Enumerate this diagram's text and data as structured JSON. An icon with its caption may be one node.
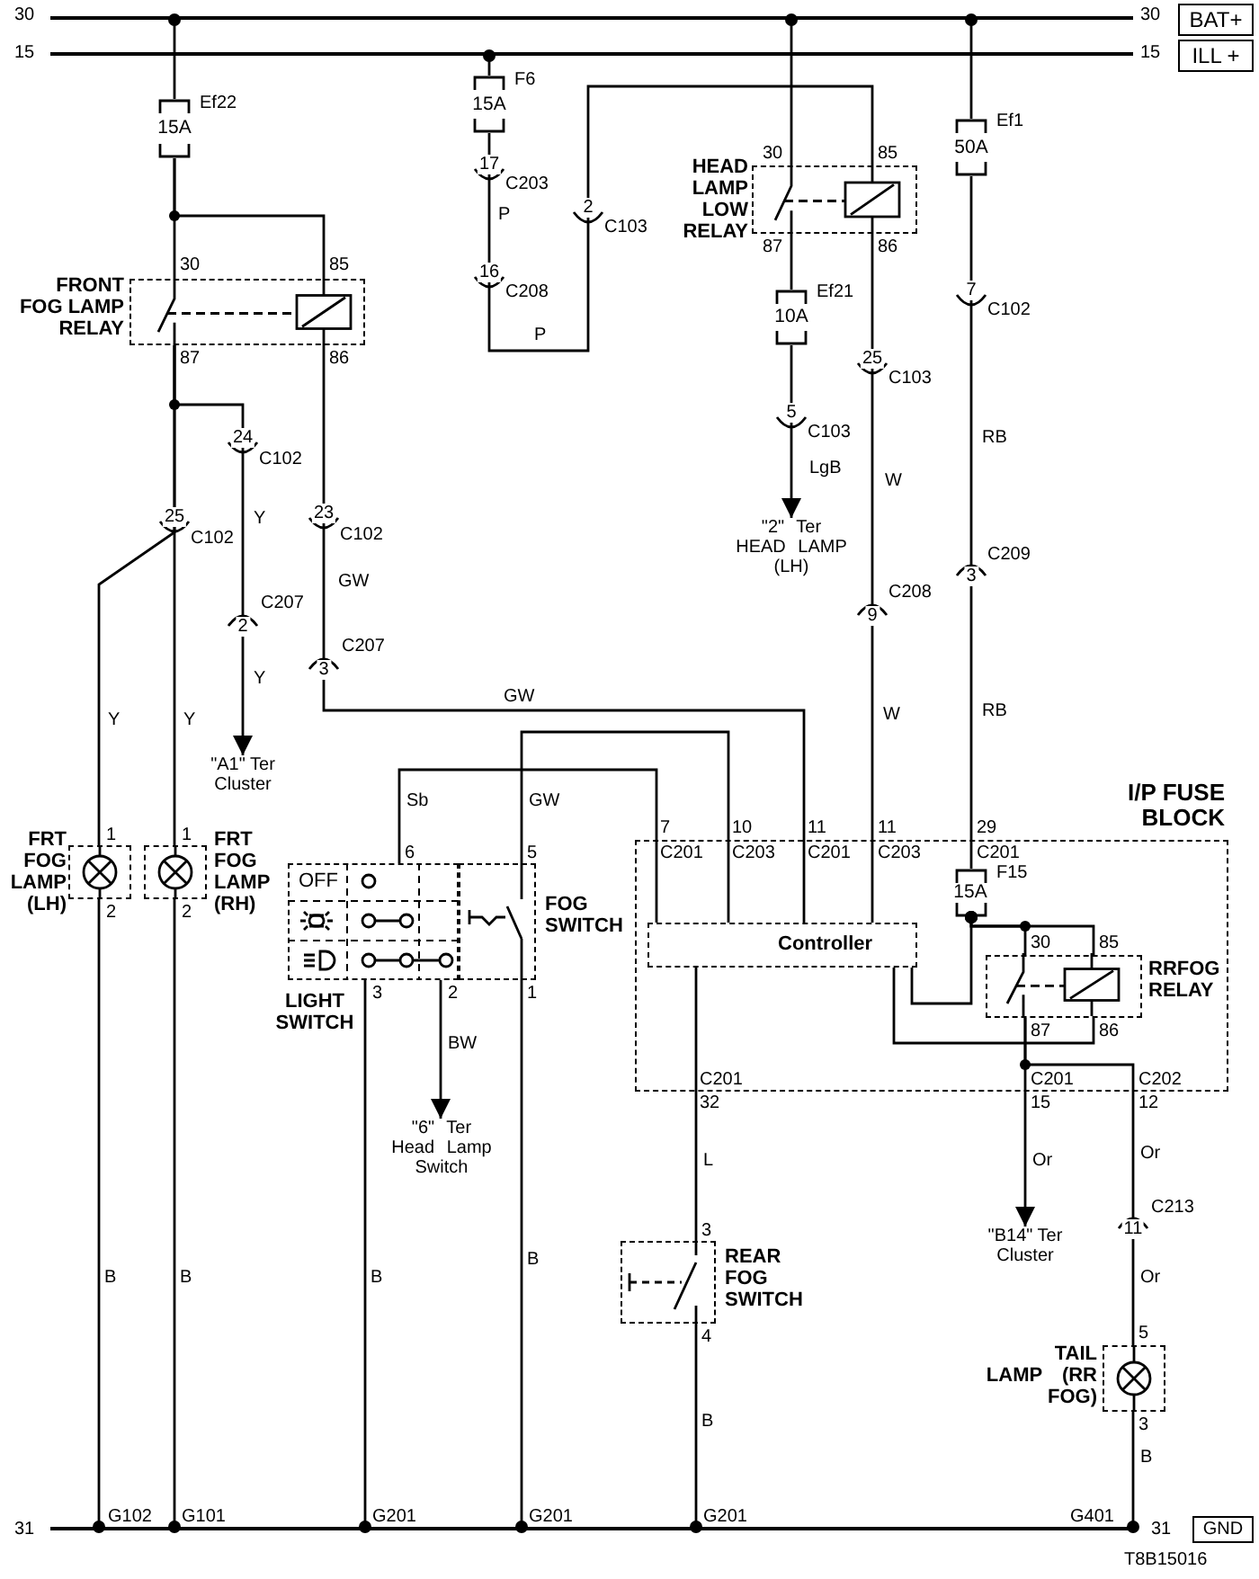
{
  "diagram": {
    "nodes": [
      {
        "text": [
          "BAT+"
        ]
      },
      {
        "text": [
          "ILL +"
        ]
      },
      {
        "text": [],
        "shape": "bar"
      },
      {
        "text": [],
        "shape": "bar"
      },
      {
        "text": [
          "15A"
        ],
        "beside": [
          "Ef22"
        ]
      },
      {
        "text": [
          "15A"
        ],
        "beside": [
          "F6"
        ]
      },
      {
        "text": [
          "HEAD LAMP LOW RELAY"
        ]
      },
      {
        "text": [
          "50A"
        ],
        "beside": [
          "Ef1"
        ]
      },
      {
        "text": [
          "FRONT FOG LAMP RELAY"
        ]
      },
      {
        "text": [
          "10A"
        ],
        "beside": [
          "Ef21"
        ]
      },
      {
        "text": [
          "\"2\" Ter HEAD LAMP (LH)"
        ]
      },
      {
        "text": [
          "\"A1\" Ter Cluster"
        ]
      },
      {
        "text": [
          "FRT FOG LAMP (LH)"
        ]
      },
      {
        "text": [
          "FRT FOG LAMP (RH)"
        ]
      },
      {
        "text": [
          "OFF",
          "LIGHT SWITCH"
        ]
      },
      {
        "text": [
          "FOG SWITCH"
        ]
      },
      {
        "text": [
          "I/P FUSE BLOCK"
        ]
      },
      {
        "text": [
          "15A"
        ],
        "beside": [
          "F15"
        ],
        "in": 16
      },
      {
        "text": [
          "Controller"
        ],
        "in": 16
      },
      {
        "text": [
          "RRFOG RELAY"
        ],
        "in": 16
      },
      {
        "text": [
          "\"6\" Ter Head Lamp Switch"
        ]
      },
      {
        "text": [
          "REAR FOG SWITCH"
        ]
      },
      {
        "text": [
          "\"B14\" Ter Cluster"
        ]
      },
      {
        "text": [
          "TAIL LAMP (RR FOG)"
        ]
      },
      {
        "text": [],
        "shape": "bar"
      },
      {
        "text": [
          "GND"
        ]
      }
    ],
    "edges": [
      {
        "from": 4,
        "to": 2,
        "arrow": "other"
      },
      {
        "from": 4,
        "to": 8,
        "arrow": "none"
      },
      {
        "from": 4,
        "to": 8,
        "arrow": "none"
      },
      {
        "from": 5,
        "to": 3,
        "arrow": "other"
      },
      {
        "from": 5,
        "to": 6,
        "arrow": "none"
      },
      {
        "from": 6,
        "to": 2,
        "arrow": "other"
      },
      {
        "from": 7,
        "to": 2,
        "arrow": "other"
      },
      {
        "from": 6,
        "to": 9,
        "arrow": "none"
      },
      {
        "from": 9,
        "to": 10,
        "arrow": "to"
      },
      {
        "from": 8,
        "to": 12,
        "arrow": "none"
      },
      {
        "from": 8,
        "to": 13,
        "arrow": "none"
      },
      {
        "from": 8,
        "to": 11,
        "arrow": "to"
      },
      {
        "from": 8,
        "to": 18,
        "arrow": "none"
      },
      {
        "from": 6,
        "to": 18,
        "arrow": "none"
      },
      {
        "from": 7,
        "to": 17,
        "arrow": "none"
      },
      {
        "from": 14,
        "to": 18,
        "arrow": "none"
      },
      {
        "from": 15,
        "to": 18,
        "arrow": "none"
      },
      {
        "from": 14,
        "to": 20,
        "arrow": "to"
      },
      {
        "from": 14,
        "to": 24,
        "arrow": "other"
      },
      {
        "from": 15,
        "to": 24,
        "arrow": "other"
      },
      {
        "from": 12,
        "to": 24,
        "arrow": "other"
      },
      {
        "from": 13,
        "to": 24,
        "arrow": "other"
      },
      {
        "from": 18,
        "to": 17,
        "arrow": "other"
      },
      {
        "from": 19,
        "to": 17,
        "arrow": "other"
      },
      {
        "from": 19,
        "to": 17,
        "arrow": "other"
      },
      {
        "from": 19,
        "to": 18,
        "arrow": "none"
      },
      {
        "from": 19,
        "to": 22,
        "arrow": "to"
      },
      {
        "from": 19,
        "to": 23,
        "arrow": "none"
      },
      {
        "from": 18,
        "to": 21,
        "arrow": "none"
      },
      {
        "from": 21,
        "to": 24,
        "arrow": "other"
      },
      {
        "from": 23,
        "to": 24,
        "arrow": "other"
      }
    ],
    "labels": [
      "30",
      "30",
      "15",
      "15",
      "17",
      "C203",
      "30",
      "85",
      "P",
      "2",
      "C103",
      "87",
      "86",
      "30",
      "85",
      "16",
      "C208",
      "7",
      "C102",
      "87",
      "86",
      "P",
      "25",
      "C103",
      "24",
      "C102",
      "5",
      "C103",
      "LgB",
      "W",
      "RB",
      "25",
      "C102",
      "Y",
      "23",
      "C102",
      "GW",
      "3",
      "C209",
      "2",
      "C207",
      "9",
      "C208",
      "Y",
      "3",
      "C207",
      "Y",
      "Y",
      "GW",
      "W",
      "RB",
      "Sb",
      "GW",
      "1",
      "1",
      "7",
      "10",
      "11",
      "11",
      "29",
      "6",
      "5",
      "C201",
      "C203",
      "C201",
      "C203",
      "C201",
      "2",
      "2",
      "30",
      "85",
      "3",
      "2",
      "1",
      "87",
      "86",
      "BW",
      "C201",
      "C201",
      "C202",
      "32",
      "15",
      "12",
      "L",
      "Or",
      "Or",
      "3",
      "11",
      "C213",
      "B",
      "B",
      "B",
      "B",
      "Or",
      "4",
      "5",
      "B",
      "3",
      "B",
      "G102",
      "G101",
      "G201",
      "G201",
      "G201",
      "G401",
      "31",
      "31",
      "T8B15016"
    ]
  }
}
